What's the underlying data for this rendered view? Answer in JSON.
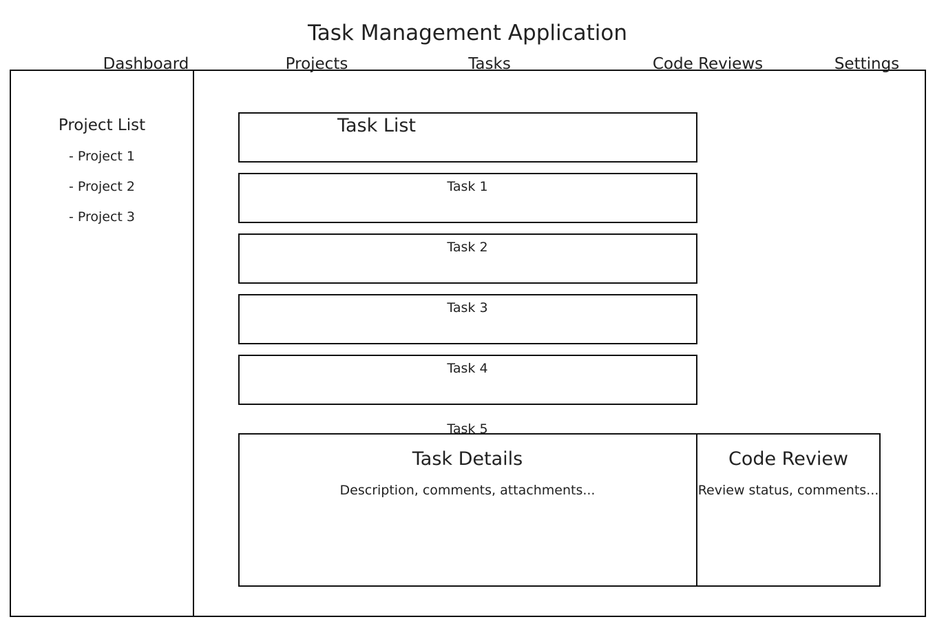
{
  "app": {
    "title": "Task Management Application"
  },
  "nav": {
    "items": [
      {
        "label": "Dashboard"
      },
      {
        "label": "Projects"
      },
      {
        "label": "Tasks"
      },
      {
        "label": "Code Reviews"
      },
      {
        "label": "Settings"
      }
    ]
  },
  "sidebar": {
    "title": "Project List",
    "items": [
      {
        "label": "- Project 1"
      },
      {
        "label": "- Project 2"
      },
      {
        "label": "- Project 3"
      }
    ]
  },
  "task_list": {
    "title": "Task List",
    "tasks": [
      {
        "label": "Task 1"
      },
      {
        "label": "Task 2"
      },
      {
        "label": "Task 3"
      },
      {
        "label": "Task 4"
      },
      {
        "label": "Task 5"
      }
    ]
  },
  "task_details": {
    "title": "Task Details",
    "body": "Description, comments, attachments..."
  },
  "code_review": {
    "title": "Code Review",
    "body": "Review status, comments..."
  }
}
